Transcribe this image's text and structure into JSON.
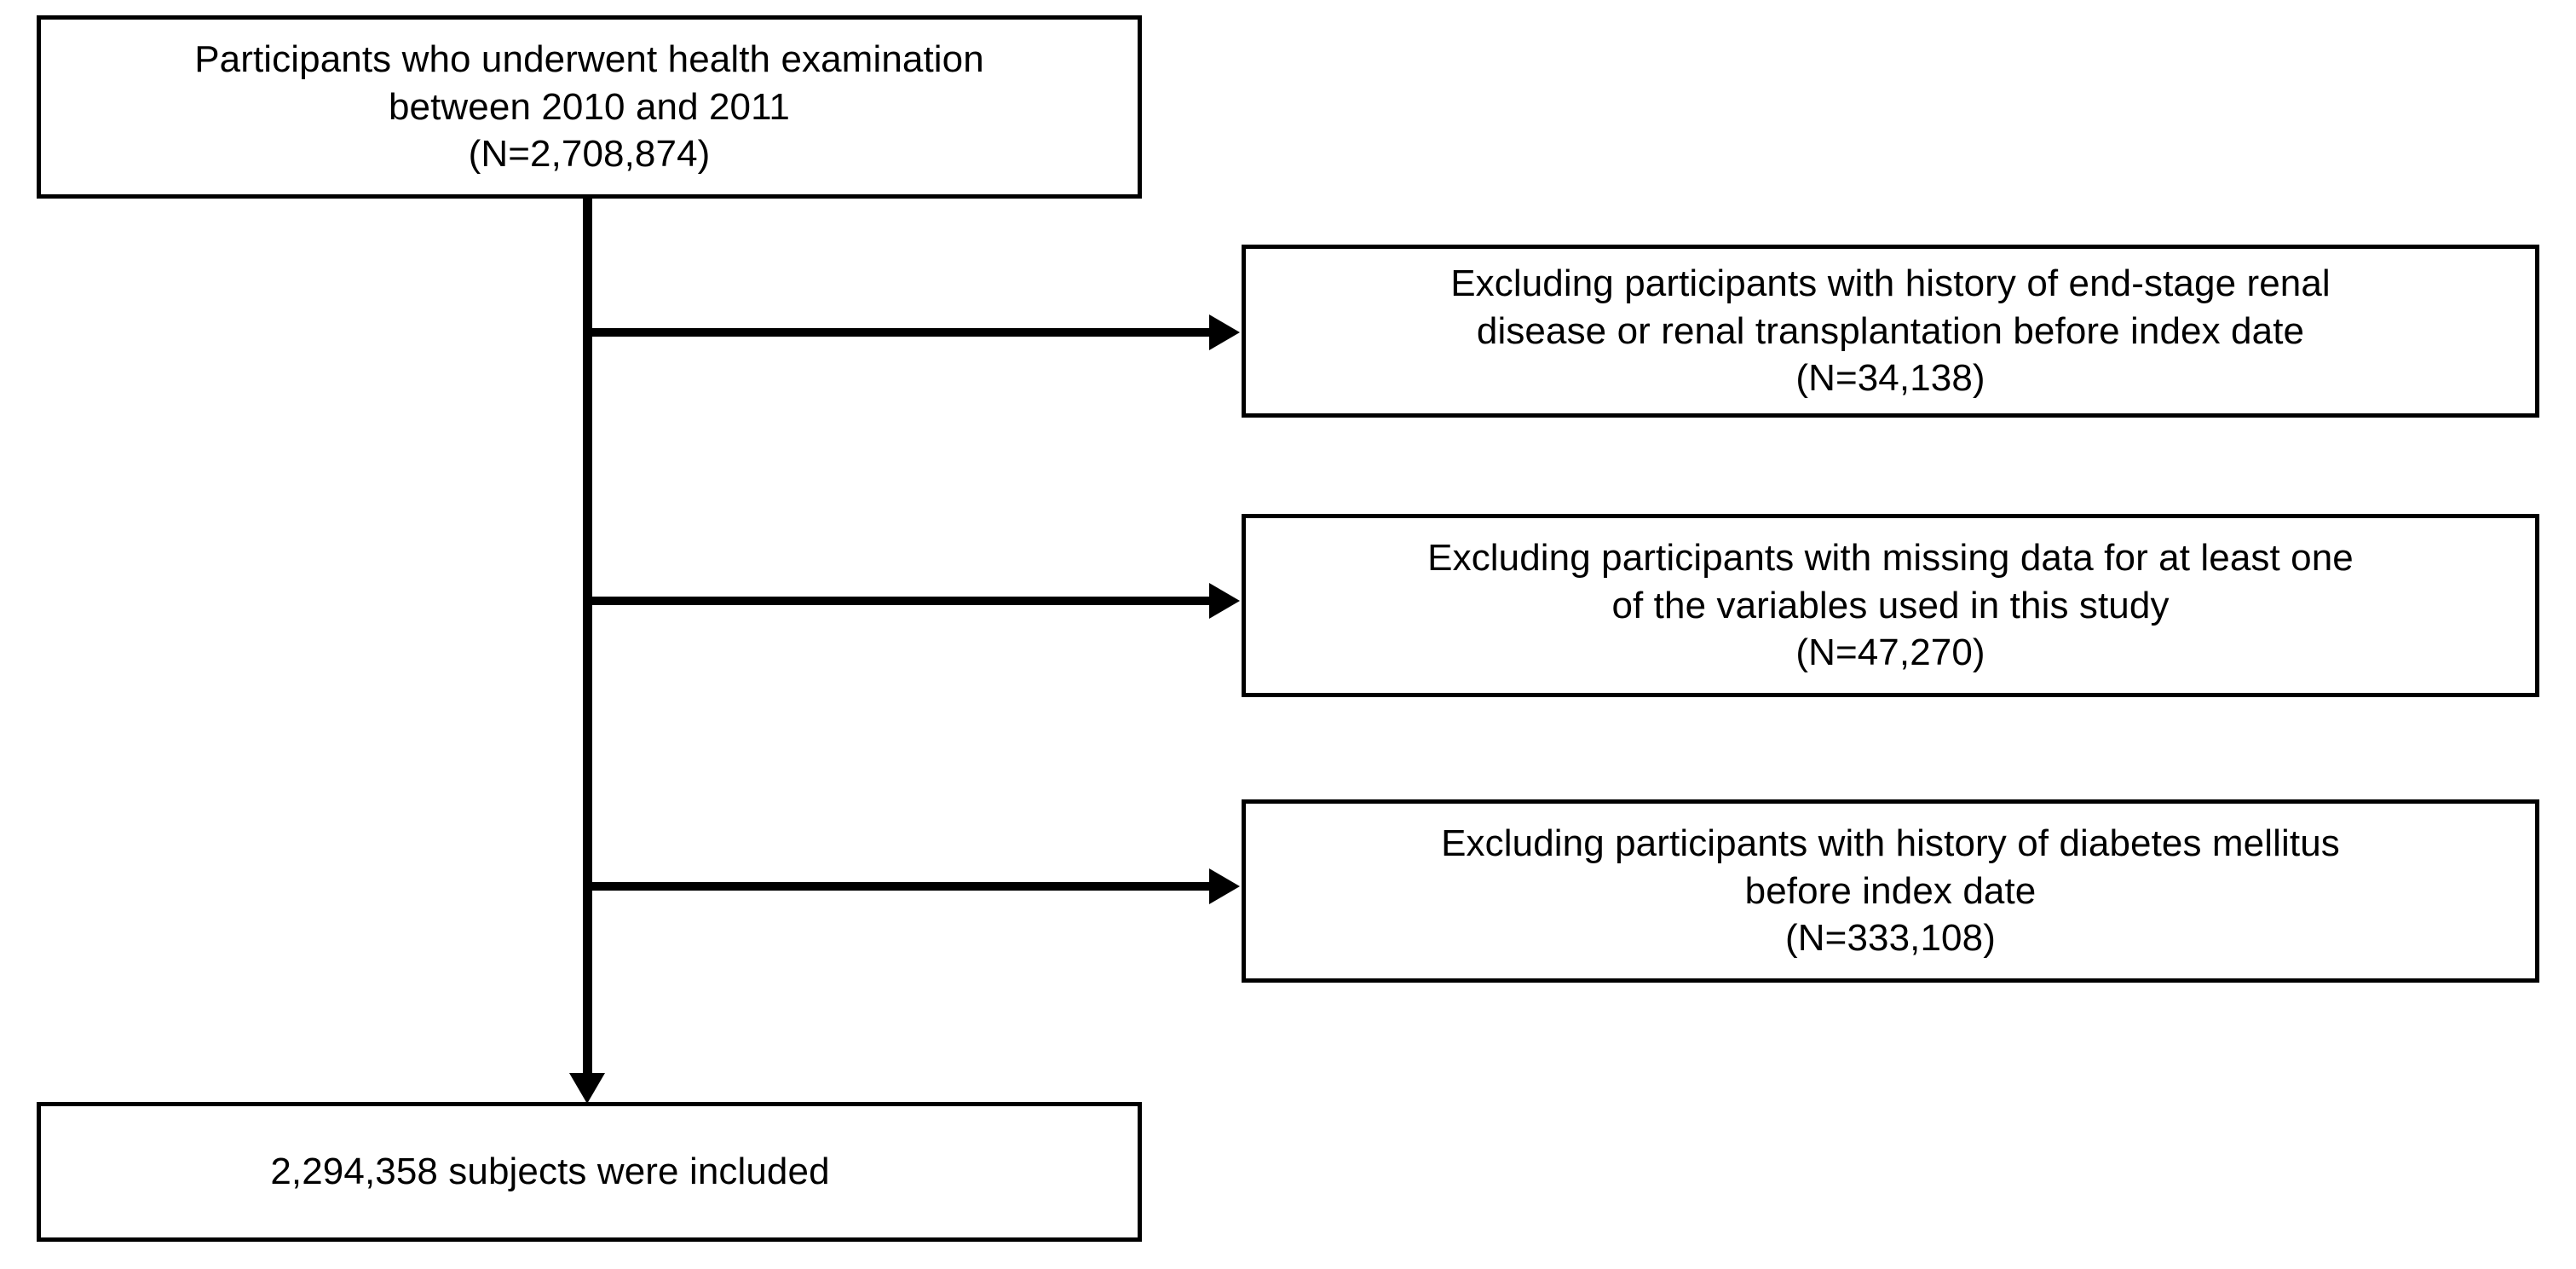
{
  "diagram": {
    "type": "study-participant-flow-chart",
    "nodes": {
      "cohort": {
        "text": "Participants who underwent health examination\nbetween 2010 and 2011\n(N=2,708,874)",
        "line_1": "Participants who underwent health examination",
        "line_2": "between 2010 and 2011",
        "count_label": "(N=2,708,874)",
        "count": 2708874
      },
      "exclusion_1": {
        "text": "Excluding participants with history of end-stage renal\ndisease or renal transplantation before index date\n(N=34,138)",
        "line_1": "Excluding participants with history of end-stage renal",
        "line_2": "disease or renal transplantation before index date",
        "count_label": "(N=34,138)",
        "count": 34138
      },
      "exclusion_2": {
        "text": "Excluding participants with missing data for at least one\nof the variables used in this study\n(N=47,270)",
        "line_1": "Excluding participants with missing data for at least one",
        "line_2": "of the variables used in this study",
        "count_label": "(N=47,270)",
        "count": 47270
      },
      "exclusion_3": {
        "text": "Excluding participants with history of diabetes mellitus\nbefore index date\n(N=333,108)",
        "line_1": "Excluding participants with history of diabetes mellitus",
        "line_2": "before index date",
        "count_label": "(N=333,108)",
        "count": 333108
      },
      "final": {
        "text": "2,294,358 subjects were included",
        "count": 2294358
      }
    },
    "colors": {
      "line": "#000000",
      "box_border": "#000000",
      "box_fill": "#ffffff",
      "text": "#000000",
      "background": "#ffffff"
    }
  }
}
